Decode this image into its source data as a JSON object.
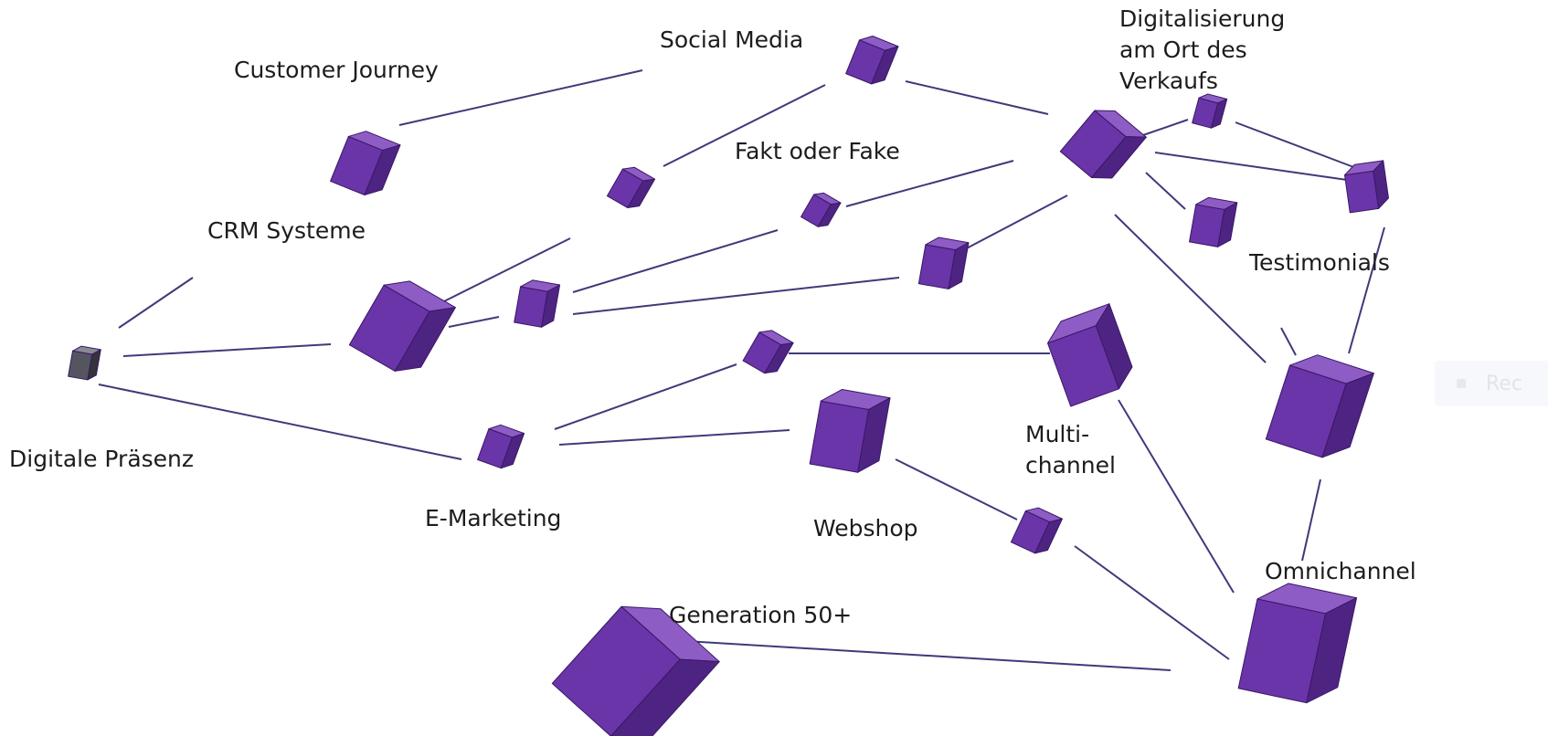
{
  "diagram": {
    "labels": {
      "customer_journey": "Customer Journey",
      "social_media": "Social Media",
      "digitalisierung_line1": "Digitalisierung",
      "digitalisierung_line2": "am Ort des",
      "digitalisierung_line3": "Verkaufs",
      "fakt_oder_fake": "Fakt oder Fake",
      "crm_systeme": "CRM Systeme",
      "testimonials": "Testimonials",
      "digitale_praesenz": "Digitale Präsenz",
      "e_marketing": "E-Marketing",
      "multichannel_line1": "Multi-",
      "multichannel_line2": "channel",
      "webshop": "Webshop",
      "omnichannel": "Omnichannel",
      "generation_50": "Generation 50+"
    },
    "colors": {
      "node_front": "#6a35a8",
      "node_top": "#8d5cc4",
      "node_side": "#4e2483",
      "edge": "#3e3a7a",
      "root_node": "#55555f"
    }
  },
  "overlay": {
    "ghost_button_label": "Rec"
  }
}
